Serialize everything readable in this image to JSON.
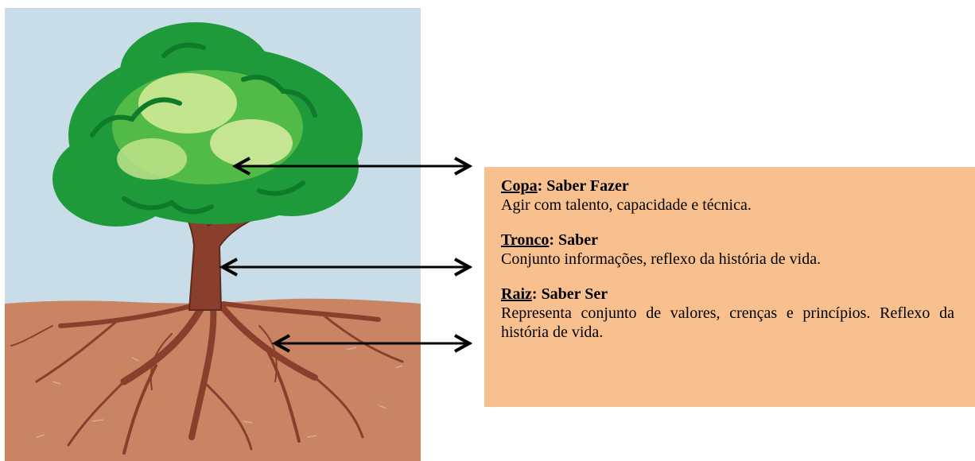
{
  "colors": {
    "box_background": "#f8c08f",
    "sky": "#c9dde8",
    "soil": "#c98563",
    "foliage": "#1f9a3a",
    "trunk": "#8a3f2d",
    "arrow": "#000000"
  },
  "legend": {
    "items": [
      {
        "key": "Copa",
        "sep": ":",
        "title": " Saber Fazer",
        "lines": [
          "Agir com talento, capacidade e técnica."
        ]
      },
      {
        "key": "Tronco",
        "sep": ":",
        "title": " Saber",
        "lines": [
          "Conjunto informações, reflexo da história de vida."
        ]
      },
      {
        "key": "Raiz",
        "sep": ":",
        "title": " Saber Ser",
        "lines": [
          "Representa conjunto de valores, crenças e princípios. Reflexo da história de vida."
        ]
      }
    ]
  },
  "illustration": {
    "subject": "tree-with-roots",
    "parts": [
      "canopy",
      "trunk",
      "roots"
    ]
  }
}
